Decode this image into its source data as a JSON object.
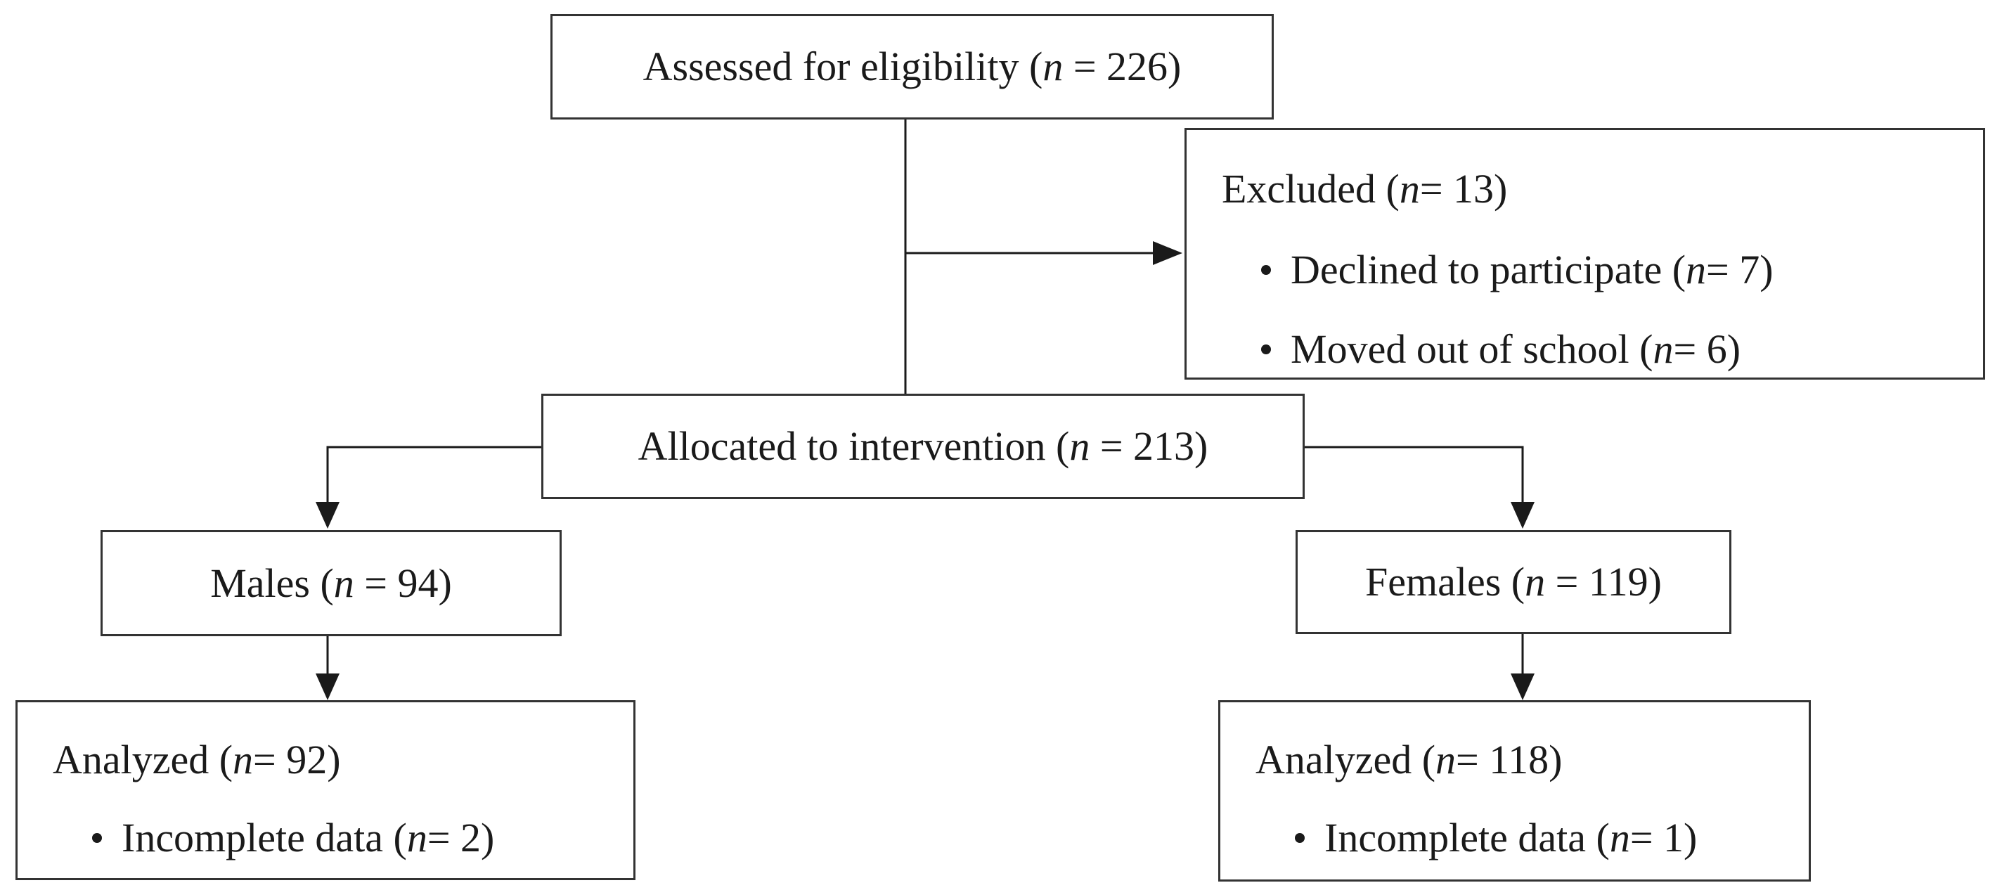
{
  "nodes": {
    "assessed": {
      "label": "Assessed for eligibility (",
      "n": "n",
      "value": " = 226)"
    },
    "excluded": {
      "label": "Excluded (",
      "n": "n",
      "value": " = 13)",
      "items": [
        {
          "label": "Declined to participate (",
          "n": "n",
          "value": " = 7)"
        },
        {
          "label": "Moved out of school (",
          "n": "n",
          "value": " = 6)"
        }
      ]
    },
    "allocated": {
      "label": "Allocated to intervention (",
      "n": "n",
      "value": " = 213)"
    },
    "males": {
      "label": "Males (",
      "n": "n",
      "value": " = 94)"
    },
    "females": {
      "label": "Females (",
      "n": "n",
      "value": " = 119)"
    },
    "analyzed_males": {
      "label": "Analyzed (",
      "n": "n",
      "value": " = 92)",
      "items": [
        {
          "label": "Incomplete data (",
          "n": "n",
          "value": " = 2)"
        }
      ]
    },
    "analyzed_females": {
      "label": "Analyzed (",
      "n": "n",
      "value": " = 118)",
      "items": [
        {
          "label": "Incomplete data (",
          "n": "n",
          "value": " = 1)"
        }
      ]
    }
  },
  "colors": {
    "line": "#1a1a1a",
    "border": "#333333",
    "text": "#1a1a1a"
  }
}
